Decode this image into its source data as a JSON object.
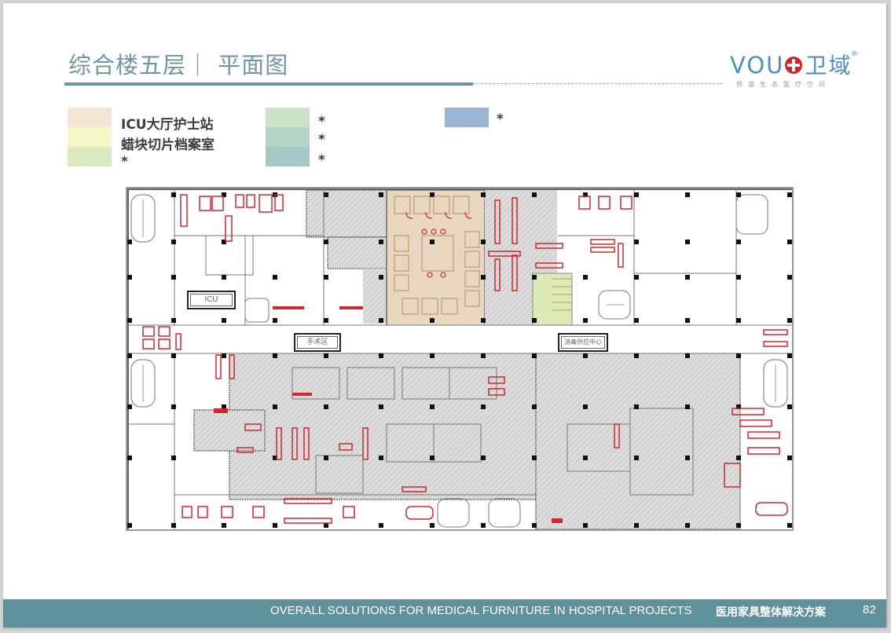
{
  "slide": {
    "title": "综合楼五层｜ 平面图",
    "page_number": "82"
  },
  "logo": {
    "latin": "VOU",
    "chinese": "卫域",
    "registered": "®",
    "tagline": "师道生态医疗空间",
    "colors": {
      "text": "#4e8fbf",
      "cross": "#d2252b"
    }
  },
  "legend": {
    "items": [
      {
        "label": "ICU大厅护士站",
        "color": "#f3e6d4"
      },
      {
        "label": "蜡块切片档案室",
        "color": "#f4f8c8"
      },
      {
        "label": "*",
        "color": "#dceac2"
      },
      {
        "label": "*",
        "color": "#cde3c8"
      },
      {
        "label": "*",
        "color": "#b3d6c6"
      },
      {
        "label": "*",
        "color": "#a6c9c8"
      },
      {
        "label": "*",
        "color": "#98b5d4"
      }
    ]
  },
  "floor_plan": {
    "labels": {
      "icu": "ICU",
      "surgery": "手术区",
      "sterilization": "消毒供应中心"
    },
    "colors": {
      "furniture": "#d0282e",
      "hatched_zone": "#d4d4d4",
      "icu_zone": "#ead8bf",
      "archive_zone": "#dcebb0",
      "walls": "#555555"
    }
  },
  "footer": {
    "english": "OVERALL SOLUTIONS FOR MEDICAL FURNITURE IN HOSPITAL PROJECTS",
    "chinese": "医用家具整体解决方案",
    "background": "#5f919d"
  }
}
